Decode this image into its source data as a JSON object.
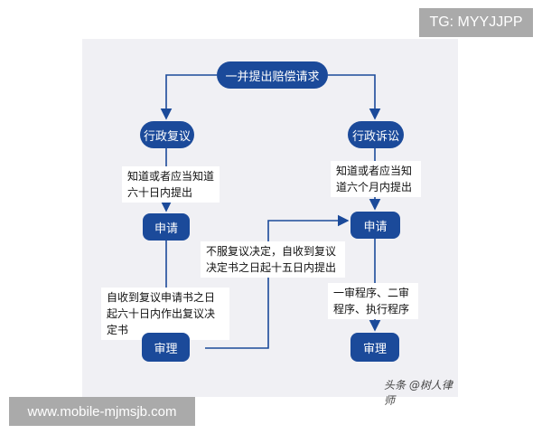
{
  "overlay": {
    "tg_label": "TG: MYYJJPP",
    "url_label": "www.mobile-mjmsjb.com"
  },
  "diagram": {
    "nodes": {
      "top": "一并提出赔偿请求",
      "admin_review": "行政复议",
      "admin_litigation": "行政诉讼",
      "apply_left": "申请",
      "apply_right": "申请",
      "review_left": "审理",
      "review_right": "审理"
    },
    "notes": {
      "left_deadline": "知道或者应当知道六十日内提出",
      "right_deadline": "知道或者应当知道六个月内提出",
      "left_decision": "自收到复议申请书之日起六十日内作出复议决定书",
      "cross_appeal": "不服复议决定，自收到复议决定书之日起十五日内提出",
      "right_procedure": "一审程序、二审程序、执行程序"
    },
    "watermark": "头条 @树人律师"
  }
}
